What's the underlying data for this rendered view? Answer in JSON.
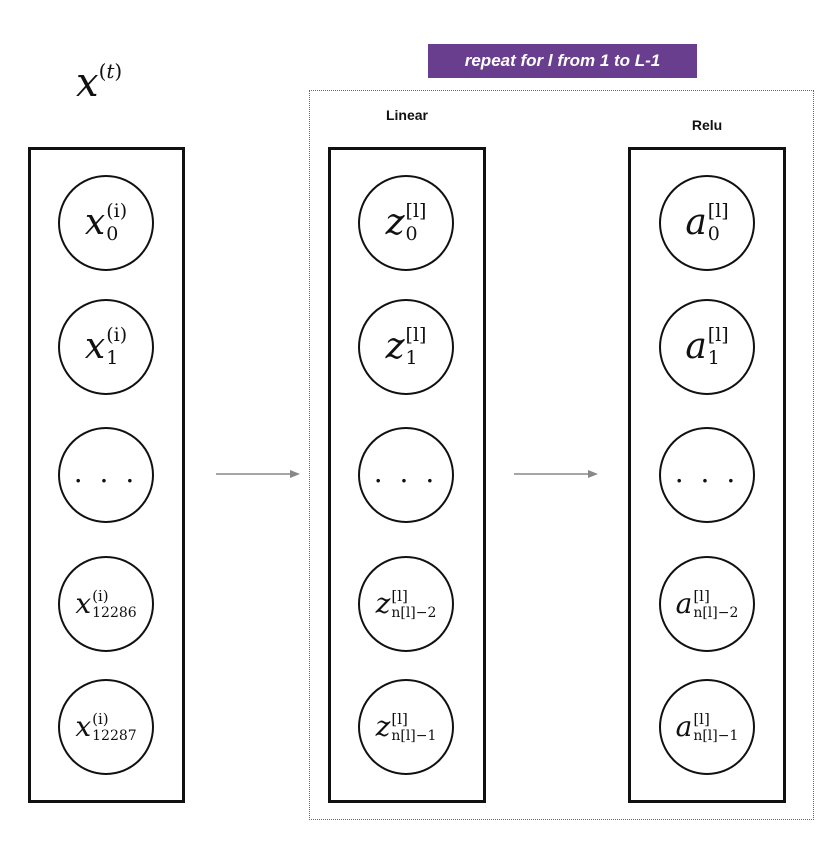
{
  "banner": "repeat for l from 1 to L-1",
  "input_label": {
    "base": "x",
    "sup_open": "(",
    "sup_var": "t",
    "sup_close": ")"
  },
  "columns": [
    {
      "title": "",
      "nodes": [
        {
          "base": "x",
          "sup": "(i)",
          "sub": "0",
          "kind": "normal"
        },
        {
          "base": "x",
          "sup": "(i)",
          "sub": "1",
          "kind": "normal"
        },
        {
          "text": ". . .",
          "kind": "ellipsis"
        },
        {
          "base": "x",
          "sup": "(i)",
          "sub": "12286",
          "kind": "small"
        },
        {
          "base": "x",
          "sup": "(i)",
          "sub": "12287",
          "kind": "small"
        }
      ]
    },
    {
      "title": "Linear",
      "nodes": [
        {
          "base": "z",
          "sup": "[l]",
          "sub": "0",
          "kind": "normal"
        },
        {
          "base": "z",
          "sup": "[l]",
          "sub": "1",
          "kind": "normal"
        },
        {
          "text": ". . .",
          "kind": "ellipsis"
        },
        {
          "base": "z",
          "sup": "[l]",
          "sub": "n[l]−2",
          "kind": "small"
        },
        {
          "base": "z",
          "sup": "[l]",
          "sub": "n[l]−1",
          "kind": "small"
        }
      ]
    },
    {
      "title": "Relu",
      "nodes": [
        {
          "base": "a",
          "sup": "[l]",
          "sub": "0",
          "kind": "normal"
        },
        {
          "base": "a",
          "sup": "[l]",
          "sub": "1",
          "kind": "normal"
        },
        {
          "text": ". . .",
          "kind": "ellipsis"
        },
        {
          "base": "a",
          "sup": "[l]",
          "sub": "n[l]−2",
          "kind": "small"
        },
        {
          "base": "a",
          "sup": "[l]",
          "sub": "n[l]−1",
          "kind": "small"
        }
      ]
    }
  ]
}
